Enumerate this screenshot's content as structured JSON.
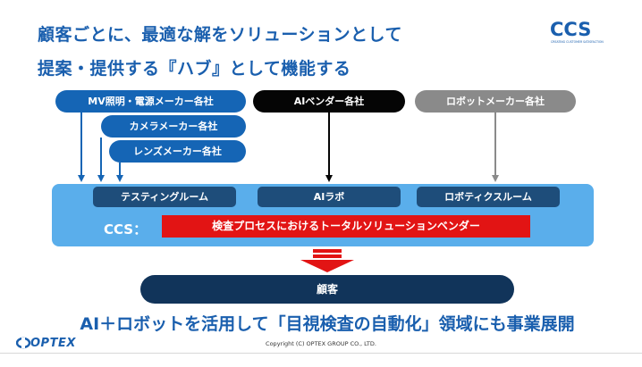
{
  "title": {
    "line1": "顧客ごとに、最適な解をソリューションとして",
    "line2": "提案・提供する『ハブ』として機能する"
  },
  "logo": {
    "text": "CCS",
    "tagline": "CREATING CUSTOMER SATISFACTION"
  },
  "suppliers": {
    "mv_lighting": "MV照明・電源メーカー各社",
    "camera": "カメラメーカー各社",
    "lens": "レンズメーカー各社",
    "ai_vendor": "AIベンダー各社",
    "robot_maker": "ロボットメーカー各社"
  },
  "ccs_hub": {
    "label": "CCS：",
    "testing_room": "テスティングルーム",
    "ai_lab": "AIラボ",
    "robotics_room": "ロボティクスルーム",
    "solution_vendor": "検査プロセスにおけるトータルソリューションベンダー"
  },
  "customer": "顧客",
  "bottom_message": "AI＋ロボットを活用して「目視検査の自動化」領域にも事業展開",
  "footer": {
    "brand": "OPTEX",
    "copyright": "Copyright (C) OPTEX GROUP CO., LTD."
  },
  "colors": {
    "title_blue": "#1a5fae",
    "supplier_blue": "#1565b5",
    "ai_black": "#050505",
    "robot_gray": "#8a8a8a",
    "hub_band": "#5aaeeb",
    "hub_item_navy": "#1e4d7a",
    "solution_red": "#e21414",
    "customer_navy": "#11345a"
  },
  "icons": {
    "logo": "ccs-logo-icon",
    "down_arrow": "red-down-arrow-icon",
    "optex_logo": "optex-logo-icon"
  }
}
